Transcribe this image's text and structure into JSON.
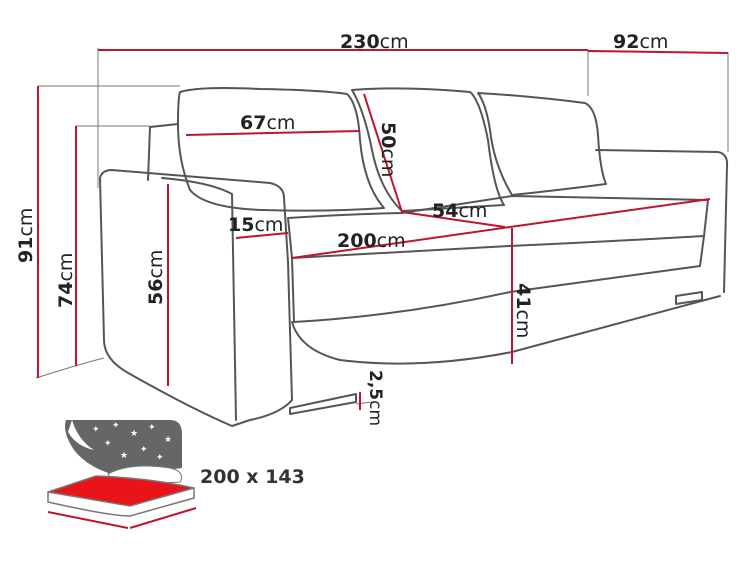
{
  "unit": "cm",
  "dimensions": {
    "width": {
      "value": "230",
      "unit": "cm"
    },
    "depth": {
      "value": "92",
      "unit": "cm"
    },
    "height": {
      "value": "91",
      "unit": "cm"
    },
    "back_height": {
      "value": "74",
      "unit": "cm"
    },
    "armrest_height": {
      "value": "56",
      "unit": "cm"
    },
    "cushion_width": {
      "value": "67",
      "unit": "cm"
    },
    "cushion_height": {
      "value": "50",
      "unit": "cm"
    },
    "seat_depth": {
      "value": "54",
      "unit": "cm"
    },
    "armrest_width": {
      "value": "15",
      "unit": "cm"
    },
    "seat_width": {
      "value": "200",
      "unit": "cm"
    },
    "seat_height": {
      "value": "41",
      "unit": "cm"
    },
    "leg_height": {
      "value": "2,5",
      "unit": "cm"
    }
  },
  "sleeping_area": "200 x 143",
  "colors": {
    "dimension_line": "#c0142f",
    "outline": "#555555",
    "night_panel": "#666666",
    "bed_fill": "#e8141a"
  },
  "icons": [
    "sofa-drawing",
    "sleeping-area-icon"
  ]
}
